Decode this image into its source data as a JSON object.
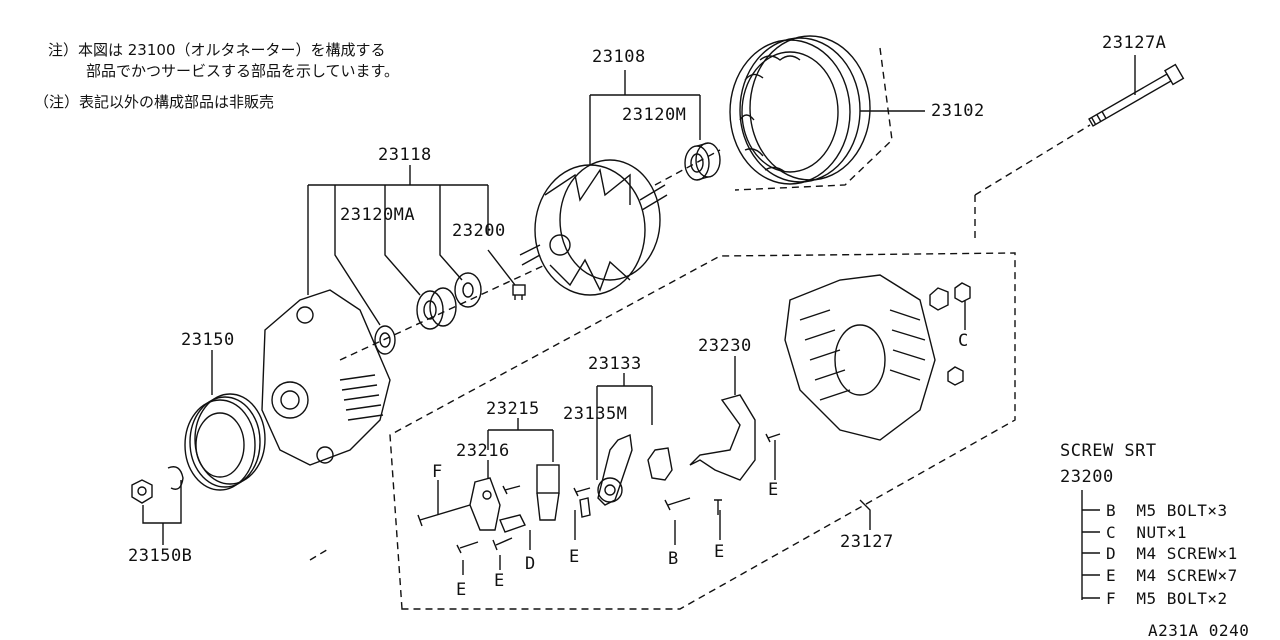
{
  "notes": {
    "line1": "注）本図は 23100（オルタネーター）を構成する",
    "line2": "部品でかつサービスする部品を示しています。",
    "line3": "（注）表記以外の構成部品は非販売"
  },
  "parts": {
    "p23108": "23108",
    "p23120M": "23120M",
    "p23102": "23102",
    "p23127A": "23127A",
    "p23118": "23118",
    "p23120MA": "23120MA",
    "p23200": "23200",
    "p23150": "23150",
    "p23150B": "23150B",
    "p23133": "23133",
    "p23230": "23230",
    "p23215": "23215",
    "p23135M": "23135M",
    "p23216": "23216",
    "p23127": "23127"
  },
  "letters": {
    "c_nut": "C",
    "f_bolt": "F",
    "d_screw": "D",
    "e1": "E",
    "e2": "E",
    "e3": "E",
    "e4": "E",
    "e5": "E",
    "b_bolt": "B"
  },
  "screw_set": {
    "title": "SCREW SRT",
    "part": "23200",
    "items": [
      "B  M5 BOLT×3",
      "C  NUT×1",
      "D  M4 SCREW×1",
      "E  M4 SCREW×7",
      "F  M5 BOLT×2"
    ]
  },
  "figure_code": "A231A 0240"
}
